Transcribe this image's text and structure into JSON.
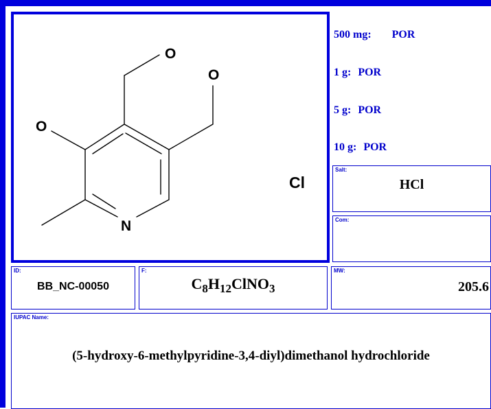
{
  "structure": {
    "atoms": {
      "o1": "O",
      "o2": "O",
      "o3": "O",
      "n": "N"
    },
    "counter_ion": "Cl"
  },
  "pricing": [
    {
      "qty": "500 mg:",
      "value": "POR"
    },
    {
      "qty": "1 g:",
      "value": "POR"
    },
    {
      "qty": "5 g:",
      "value": "POR"
    },
    {
      "qty": "10 g:",
      "value": "POR"
    }
  ],
  "salt": {
    "label": "Salt:",
    "value": "HCl"
  },
  "com": {
    "label": "Com:",
    "value": ""
  },
  "id": {
    "label": "ID:",
    "value": "BB_NC-00050"
  },
  "formula": {
    "label": "F:",
    "parts": [
      "C",
      "8",
      "H",
      "12",
      "ClNO",
      "3"
    ]
  },
  "mw": {
    "label": "MW:",
    "value": "205.6"
  },
  "iupac": {
    "label": "IUPAC Name:",
    "value": "(5-hydroxy-6-methylpyridine-3,4-diyl)dimethanol hydrochloride"
  },
  "colors": {
    "frame": "#0000dd",
    "label": "#0000cc",
    "text": "#000000"
  }
}
